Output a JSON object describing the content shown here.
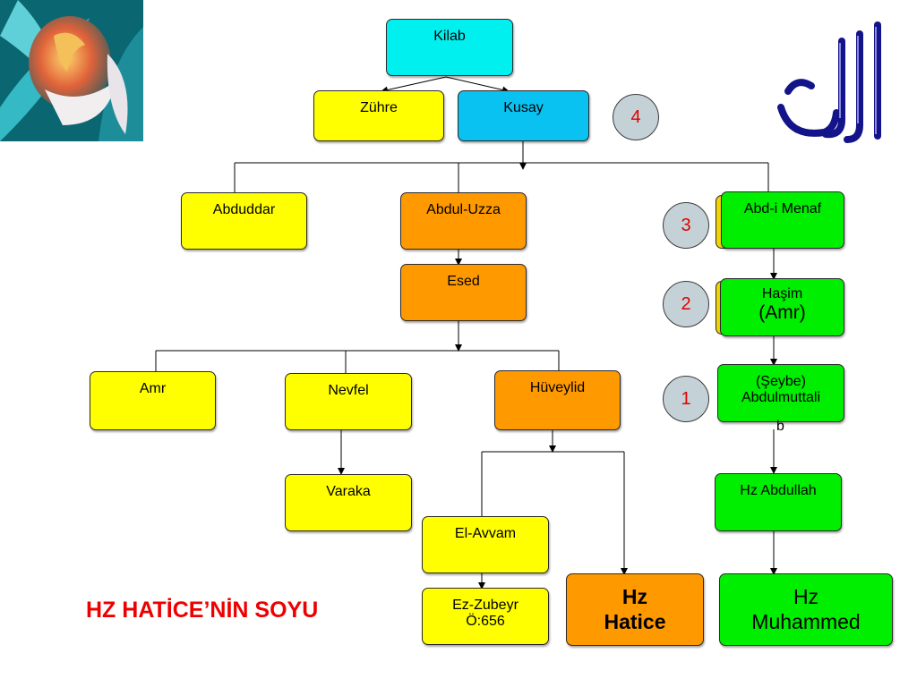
{
  "title": "HZ HATİCE’NİN SOYU",
  "nodes": {
    "kilab": "Kilab",
    "zuhre": "Zühre",
    "kusay": "Kusay",
    "abduddar": "Abduddar",
    "abdul_uzza": "Abdul-Uzza",
    "abd_i_menaf": "Abd-i Menaf",
    "esed": "Esed",
    "hasim_line1": "Haşim",
    "hasim_line2": "(Amr)",
    "abdulmuttalib_line1": "(Şeybe)",
    "abdulmuttalib_line2": "Abdulmuttali",
    "abdulmuttalib_overflow": "b",
    "amr": "Amr",
    "nevfel": "Nevfel",
    "huveylid": "Hüveylid",
    "varaka": "Varaka",
    "el_avvam": "El-Avvam",
    "ez_zubeyr_line1": "Ez-Zubeyr",
    "ez_zubeyr_line2": "Ö:656",
    "hz_abdullah": "Hz Abdullah",
    "hz_hatice_line1": "Hz",
    "hz_hatice_line2": "Hatice",
    "hz_muhammed_line1": "Hz",
    "hz_muhammed_line2": "Muhammed"
  },
  "generation_markers": [
    "4",
    "3",
    "2",
    "1"
  ],
  "images": {
    "left": "muhammad-calligraphy-flower-image",
    "right": "allah-calligraphy-image"
  },
  "colors": {
    "cyan": "#00f0f0",
    "blue": "#0ac2f2",
    "yellow": "#ffff00",
    "orange": "#ff9900",
    "green": "#00ee00",
    "title": "#ee0000",
    "marker": "#c4d2d8"
  }
}
